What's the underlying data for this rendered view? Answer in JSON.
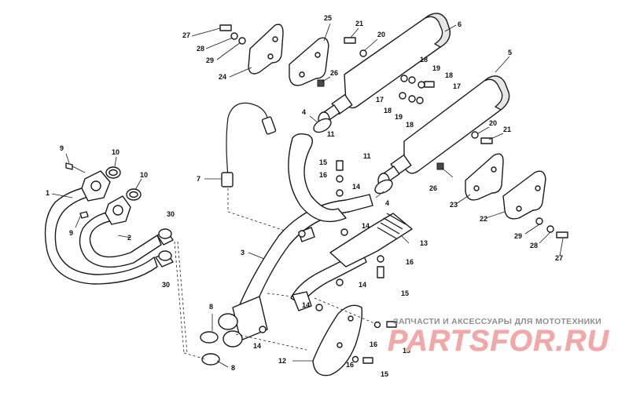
{
  "diagram": {
    "callouts": [
      "1",
      "2",
      "3",
      "4",
      "5",
      "6",
      "7",
      "8",
      "9",
      "10",
      "11",
      "12",
      "13",
      "14",
      "15",
      "16",
      "17",
      "18",
      "19",
      "20",
      "21",
      "22",
      "23",
      "24",
      "25",
      "26",
      "27",
      "28",
      "29",
      "30"
    ]
  },
  "watermark": {
    "caption": "ЗАПЧАСТИ И АКСЕССУАРЫ ДЛЯ МОТОТЕХНИКИ",
    "logo_text": "PARTSFOR.RU",
    "color": "#f0a8a8"
  }
}
